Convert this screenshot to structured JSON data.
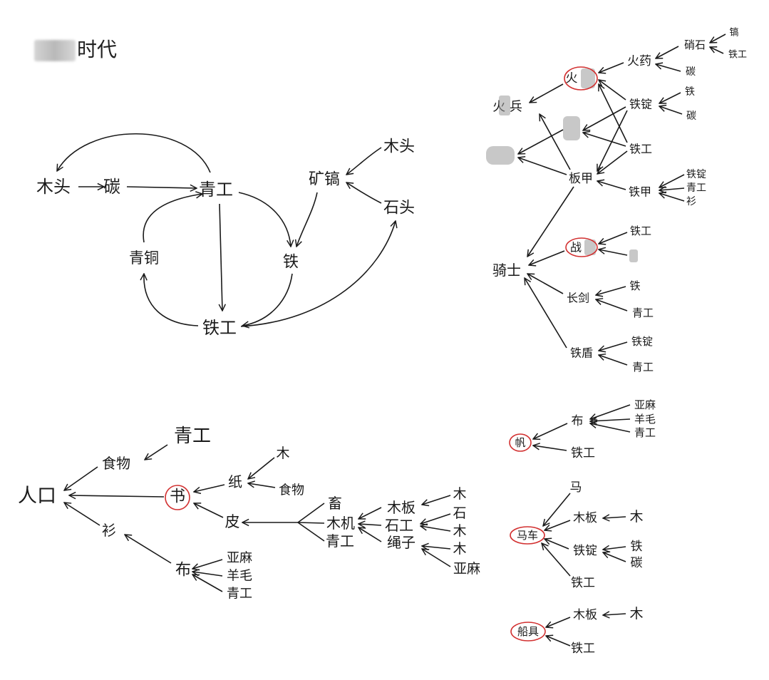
{
  "title": {
    "suffix": "时代"
  },
  "labels": {
    "mutou1": "木头",
    "tan1": "碳",
    "qinggong1": "青工",
    "tie1": "铁",
    "tiegong1": "铁工",
    "qingtong": "青铜",
    "kuanggao": "矿镐",
    "mutou2": "木头",
    "shitou": "石头",
    "renkou": "人口",
    "shiwu1": "食物",
    "qinggong2": "青工",
    "shu": "书",
    "zhi": "纸",
    "mu1": "木",
    "shiwu2": "食物",
    "pi": "皮",
    "xu": "畜",
    "muji": "木机",
    "qinggong3": "青工",
    "muban1": "木板",
    "shigong": "石工",
    "shengzi": "绳子",
    "mu2": "木",
    "shi": "石",
    "mu3": "木",
    "mu4": "木",
    "yama1": "亚麻",
    "shan": "衫",
    "bu1": "布",
    "yama2": "亚麻",
    "yangmao1": "羊毛",
    "qinggong4": "青工",
    "huoyao": "火药",
    "xiaoshi": "硝石",
    "gao": "镐",
    "tiegong2": "铁工",
    "tan2": "碳",
    "huoq": "火",
    "huobing": "火 兵",
    "tieding1": "铁锭",
    "tie2": "铁",
    "tan3": "碳",
    "tiegong3": "铁工",
    "banjia": "板甲",
    "tiejia": "铁甲",
    "tieding2": "铁锭",
    "qinggong5": "青工",
    "shan2": "衫",
    "zhan": "战",
    "tiegong4": "铁工",
    "qishi": "骑士",
    "changjian": "长剑",
    "tie3": "铁",
    "qinggong6": "青工",
    "tiedun": "铁盾",
    "tieding3": "铁锭",
    "qinggong7": "青工",
    "bu2": "布",
    "yama3": "亚麻",
    "yangmao2": "羊毛",
    "qinggong8": "青工",
    "fan": "帆",
    "tiegong5": "铁工",
    "ma": "马",
    "muban2": "木板",
    "mu5": "木",
    "mache": "马车",
    "tieding4": "铁锭",
    "tie4": "铁",
    "tan4": "碳",
    "tiegong6": "铁工",
    "chuanzhi": "船具",
    "muban3": "木板",
    "mu6": "木",
    "tiegong7": "铁工"
  }
}
